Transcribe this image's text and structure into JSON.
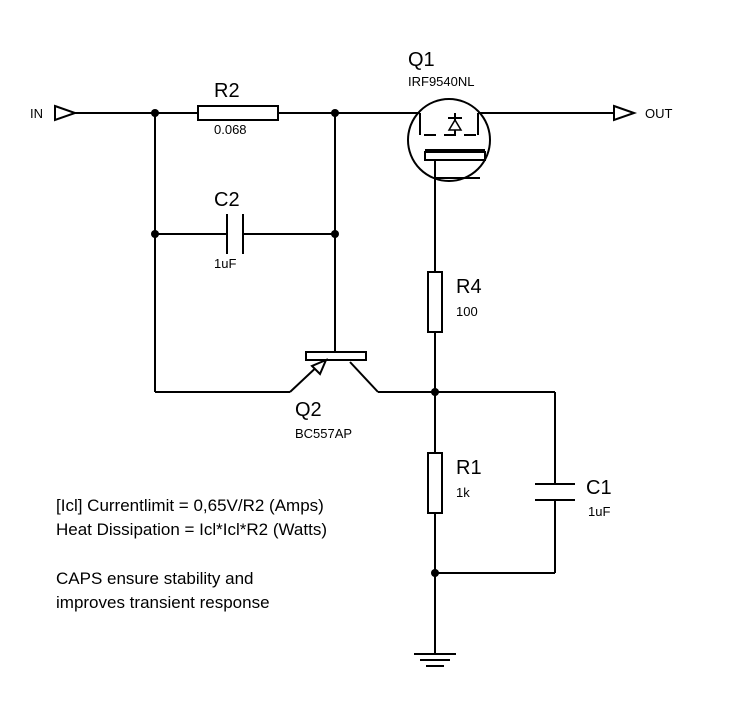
{
  "ports": {
    "in": "IN",
    "out": "OUT"
  },
  "components": {
    "r2": {
      "ref": "R2",
      "value": "0.068"
    },
    "c2": {
      "ref": "C2",
      "value": "1uF"
    },
    "q1": {
      "ref": "Q1",
      "part": "IRF9540NL"
    },
    "r4": {
      "ref": "R4",
      "value": "100"
    },
    "q2": {
      "ref": "Q2",
      "part": "BC557AP"
    },
    "r1": {
      "ref": "R1",
      "value": "1k"
    },
    "c1": {
      "ref": "C1",
      "value": "1uF"
    }
  },
  "notes": [
    "[Icl] Currentlimit = 0,65V/R2 (Amps)",
    "Heat Dissipation = Icl*Icl*R2 (Watts)",
    "CAPS ensure stability and",
    "improves transient response"
  ]
}
